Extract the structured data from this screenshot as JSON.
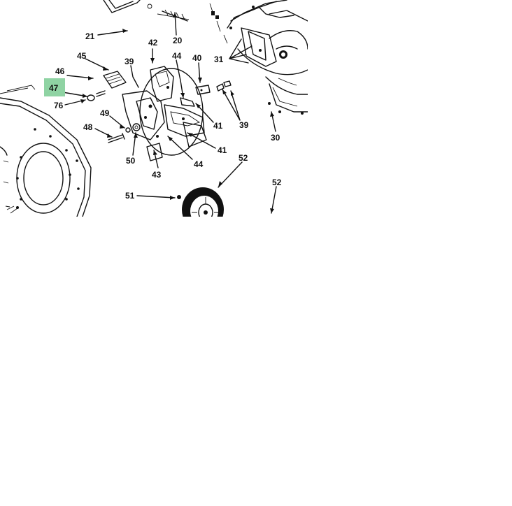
{
  "diagram": {
    "highlight_color": "#8fd3a3",
    "labels": [
      {
        "id": "c1",
        "text": "21"
      },
      {
        "id": "c2",
        "text": "20"
      },
      {
        "id": "c3",
        "text": "42"
      },
      {
        "id": "c4",
        "text": "45"
      },
      {
        "id": "c5",
        "text": "39"
      },
      {
        "id": "c6",
        "text": "44"
      },
      {
        "id": "c7",
        "text": "40"
      },
      {
        "id": "c8",
        "text": "31"
      },
      {
        "id": "c9",
        "text": "46"
      },
      {
        "id": "c10",
        "text": "47"
      },
      {
        "id": "c11",
        "text": "76"
      },
      {
        "id": "c12",
        "text": "49"
      },
      {
        "id": "c13",
        "text": "48"
      },
      {
        "id": "c14",
        "text": "41"
      },
      {
        "id": "c15",
        "text": "39"
      },
      {
        "id": "c16",
        "text": "30"
      },
      {
        "id": "c17",
        "text": "41"
      },
      {
        "id": "c18",
        "text": "50"
      },
      {
        "id": "c19",
        "text": "43"
      },
      {
        "id": "c20",
        "text": "44"
      },
      {
        "id": "c21",
        "text": "52"
      },
      {
        "id": "c22",
        "text": "52"
      },
      {
        "id": "c23",
        "text": "51"
      }
    ]
  }
}
